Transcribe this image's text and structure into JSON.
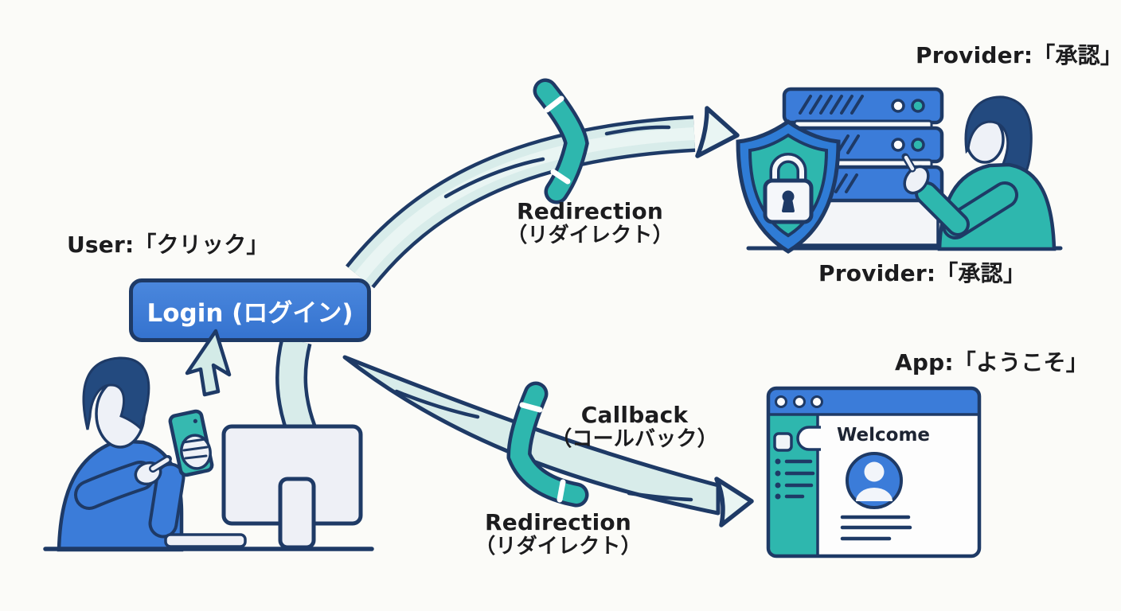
{
  "colors": {
    "outline_navy": "#1e3a66",
    "primary_blue": "#3b7cd9",
    "teal": "#2eb7ae",
    "hair_navy": "#234a7f",
    "arrow_fill": "#d8ecea",
    "light_surface": "#eef1f7",
    "background": "#fbfbf8",
    "text_dark": "#1c1c1e",
    "white": "#fdfdfd"
  },
  "scene": {
    "user": {
      "caption": "User:「クリック」",
      "login_button_label": "Login (ログイン)"
    },
    "flows": {
      "redirection_top": {
        "en": "Redirection",
        "ja": "（リダイレクト）"
      },
      "callback": {
        "en": "Callback",
        "ja": "（コールバック）"
      },
      "redirection_bottom": {
        "en": "Redirection",
        "ja": "（リダイレクト）"
      }
    },
    "provider": {
      "caption_top": "Provider:「承認」",
      "caption_bottom": "Provider:「承認」"
    },
    "app": {
      "caption": "App:「ようこそ」",
      "window_title": "Welcome"
    },
    "icons": [
      "cursor-icon",
      "boomerang-icon",
      "shield-icon",
      "lock-icon",
      "server-icon",
      "monitor-icon",
      "smartphone-icon",
      "browser-window-icon",
      "avatar-icon",
      "window-dots-icon"
    ]
  }
}
